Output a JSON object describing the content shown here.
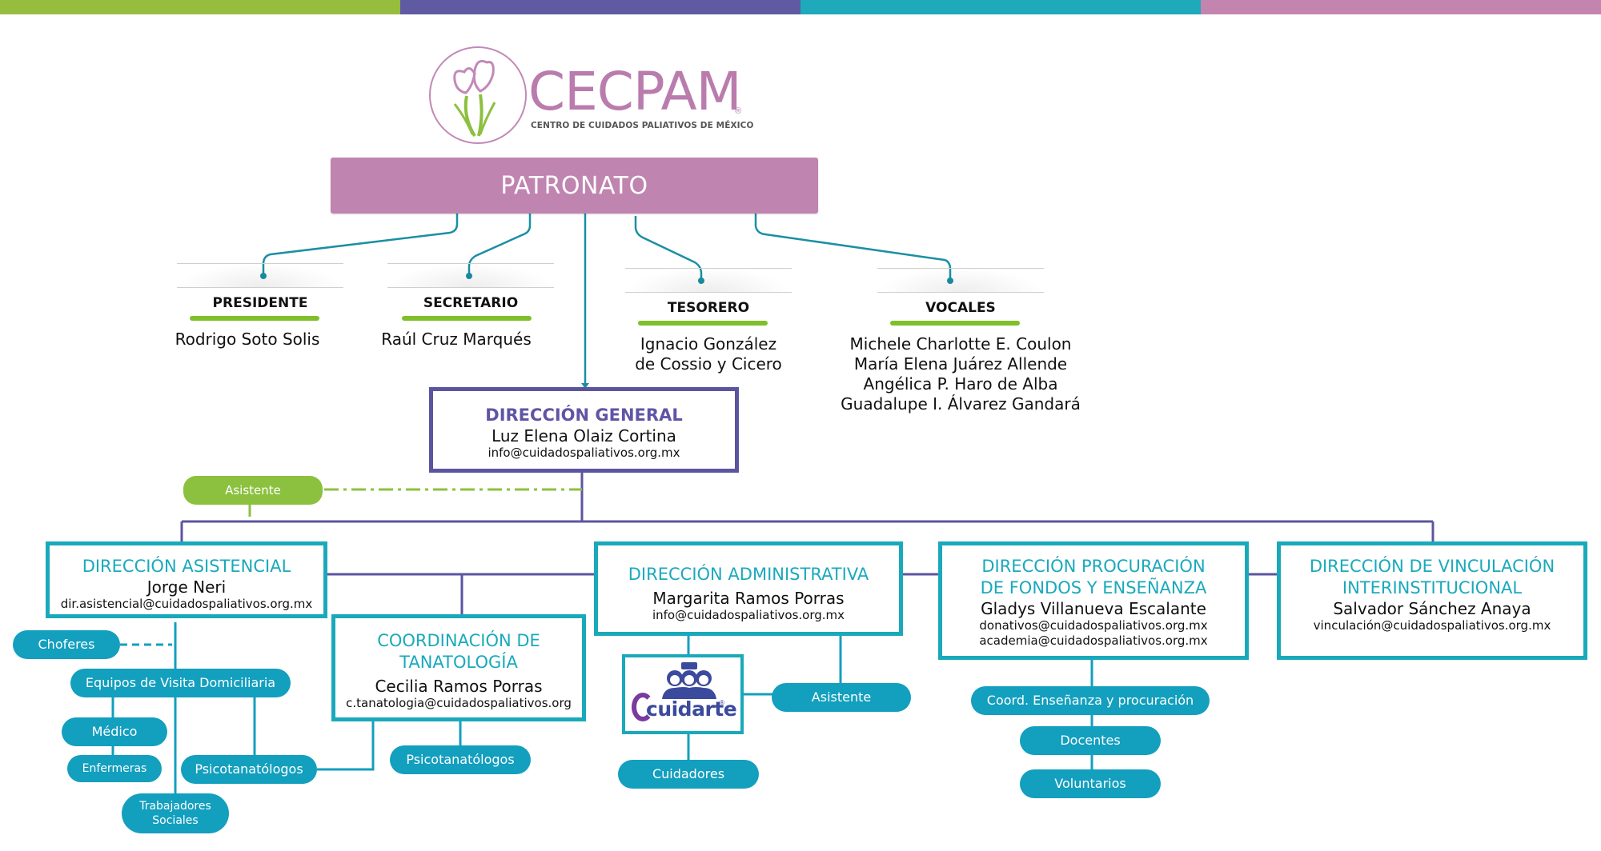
{
  "colors": {
    "bar_green": "#96bd3e",
    "bar_purple": "#5f5aa2",
    "bar_teal": "#1eaabb",
    "bar_pink": "#c385b0",
    "patronato": "#c084b0",
    "teal": "#1aa9bb",
    "purple": "#5b55a0",
    "green": "#8cc03f"
  },
  "logo": {
    "name": "CECPAM",
    "registered": "®",
    "subtitle": "CENTRO DE CUIDADOS PALIATIVOS DE MÉXICO"
  },
  "patronato": {
    "title": "PATRONATO",
    "members": [
      {
        "role": "PRESIDENTE",
        "names": [
          "Rodrigo Soto Solis"
        ]
      },
      {
        "role": "SECRETARIO",
        "names": [
          "Raúl Cruz Marqués"
        ]
      },
      {
        "role": "TESORERO",
        "names": [
          "Ignacio González",
          "de Cossio y Cicero"
        ]
      },
      {
        "role": "VOCALES",
        "names": [
          "Michele Charlotte E. Coulon",
          "María Elena Juárez Allende",
          "Angélica P. Haro de Alba",
          "Guadalupe I. Álvarez Gandará"
        ]
      }
    ]
  },
  "direccion_general": {
    "title": "DIRECCIÓN GENERAL",
    "person": "Luz Elena Olaiz Cortina",
    "email": "info@cuidadospaliativos.org.mx",
    "asistente": "Asistente"
  },
  "direcciones": {
    "asistencial": {
      "title": "DIRECCIÓN ASISTENCIAL",
      "person": "Jorge Neri",
      "email": "dir.asistencial@cuidadospaliativos.org.mx",
      "units": {
        "choferes": "Choferes",
        "equipos": "Equipos de Visita Domiciliaria",
        "medico": "Médico",
        "enfermeras": "Enfermeras",
        "psicotanatologos": "Psicotanatólogos",
        "trabajadores_1": "Trabajadores",
        "trabajadores_2": "Sociales"
      }
    },
    "tanatologia": {
      "title_1": "COORDINACIÓN DE",
      "title_2": "TANATOLOGÍA",
      "person": "Cecilia Ramos Porras",
      "email": "c.tanatologia@cuidadospaliativos.org",
      "units": {
        "psicotanatologos": "Psicotanatólogos"
      }
    },
    "administrativa": {
      "title": "DIRECCIÓN ADMINISTRATIVA",
      "person": "Margarita Ramos Porras",
      "email": "info@cuidadospaliativos.org.mx",
      "program_logo": "cuidarte",
      "program_logo_reg": "®",
      "units": {
        "asistente": "Asistente",
        "cuidadores": "Cuidadores"
      }
    },
    "procuracion": {
      "title_1": "DIRECCIÓN PROCURACIÓN",
      "title_2": "DE FONDOS Y ENSEÑANZA",
      "person": "Gladys Villanueva Escalante",
      "email_1": "donativos@cuidadospaliativos.org.mx",
      "email_2": "academia@cuidadospaliativos.org.mx",
      "units": {
        "coord": "Coord. Enseñanza y procuración",
        "docentes": "Docentes",
        "voluntarios": "Voluntarios"
      }
    },
    "vinculacion": {
      "title_1": "DIRECCIÓN DE VINCULACIÓN",
      "title_2": "INTERINSTITUCIONAL",
      "person": "Salvador Sánchez Anaya",
      "email": "vinculación@cuidadospaliativos.org.mx"
    }
  }
}
